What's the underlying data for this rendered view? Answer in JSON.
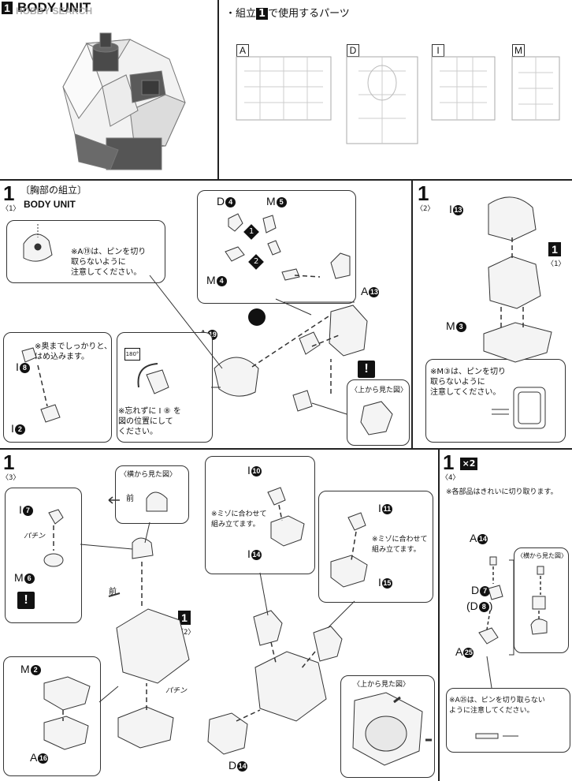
{
  "watermark": "HOBBY SEARCH",
  "header": {
    "step_num": "1",
    "title": "BODY UNIT",
    "parts_title_pre": "・組立",
    "parts_title_num": "1",
    "parts_title_post": "で使用するパーツ",
    "runners": [
      "A",
      "D",
      "I",
      "M"
    ]
  },
  "step1_1": {
    "num": "1",
    "sub": "〈1〉",
    "title_jp": "〔胸部の組立〕",
    "title_en": "BODY UNIT",
    "note_pin": "※A⑲は、ピンを切り\n取らないように\n注意してください。",
    "note_deep": "※奥までしっかりと、\nはめ込みます。",
    "note_forget": "※忘れずに I ⑧ を\n図の位置にして\nください。",
    "top_view": "〈上から見た図〉",
    "rotate_badge": "180°",
    "labels": {
      "d4": "D",
      "m5": "M",
      "m4": "M",
      "a19": "A",
      "a13": "A",
      "i8": "I",
      "i2": "I"
    },
    "label_nums": {
      "d4": "4",
      "m5": "5",
      "m4": "4",
      "a19": "19",
      "a13": "13",
      "i8": "8",
      "i2": "2"
    },
    "order": [
      "1",
      "2"
    ]
  },
  "step1_2": {
    "num": "1",
    "sub": "〈2〉",
    "ref_num": "1",
    "ref_sub": "〈1〉",
    "note": "※M③は、ピンを切り\n取らないように\n注意してください。",
    "labels": {
      "i13": "I",
      "m3": "M"
    },
    "label_nums": {
      "i13": "13",
      "m3": "3"
    }
  },
  "step1_3": {
    "num": "1",
    "sub": "〈3〉",
    "side_view": "〈横から見た図〉",
    "front1": "前",
    "front2": "前",
    "snap1": "パチン",
    "snap2": "パチン",
    "ref_num": "1",
    "ref_sub": "〈2〉",
    "note_align1": "※ミゾに合わせて\n組み立てます。",
    "note_align2": "※ミゾに合わせて\n組み立てます。",
    "top_view": "〈上から見た図〉",
    "labels": {
      "i7": "I",
      "m6": "M",
      "m2": "M",
      "a16": "A",
      "i10": "I",
      "i14": "I",
      "i11": "I",
      "i15": "I",
      "d14": "D"
    },
    "label_nums": {
      "i7": "7",
      "m6": "6",
      "m2": "2",
      "a16": "16",
      "i10": "10",
      "i14": "14",
      "i11": "11",
      "i15": "15",
      "d14": "14"
    }
  },
  "step1_4": {
    "num": "1",
    "sub": "〈4〉",
    "times": "×2",
    "note_cut": "※各部品はきれいに切り取ります。",
    "side_view": "〈横から見た図〉",
    "note_pin": "※A㉕は、ピンを切り取らない\nように注意してください。",
    "labels": {
      "a14": "A",
      "d7": "D",
      "d8": "(D",
      "a25": "A"
    },
    "label_nums": {
      "a14": "14",
      "d7": "7",
      "d8": "8",
      "a25": "25"
    }
  }
}
